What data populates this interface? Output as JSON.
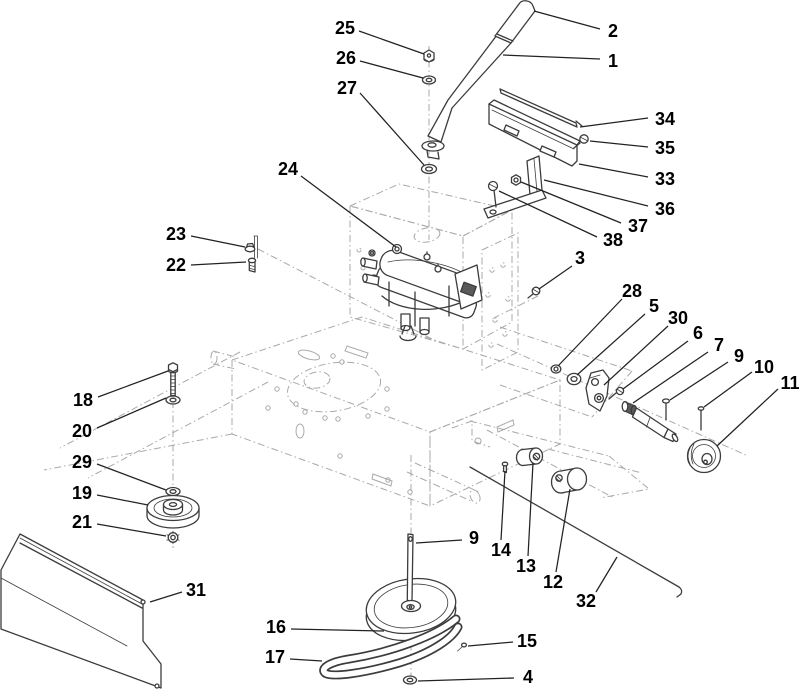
{
  "figure": {
    "type": "exploded-parts-diagram",
    "colors": {
      "background": "#ffffff",
      "ink": "#3c3c3c",
      "phantom": "#a9a9a9",
      "label": "#000000",
      "leader": "#222222"
    },
    "callouts": [
      {
        "n": "25",
        "label": [
          345,
          28
        ],
        "line": [
          359,
          31,
          424,
          54
        ]
      },
      {
        "n": "26",
        "label": [
          346,
          58
        ],
        "line": [
          360,
          61,
          423,
          78
        ]
      },
      {
        "n": "27",
        "label": [
          347,
          88
        ],
        "line": [
          360,
          93,
          424,
          165
        ]
      },
      {
        "n": "2",
        "label": [
          613,
          31
        ],
        "line": [
          600,
          29,
          534,
          11
        ]
      },
      {
        "n": "1",
        "label": [
          613,
          61
        ],
        "line": [
          600,
          59,
          503,
          55
        ]
      },
      {
        "n": "34",
        "label": [
          665,
          119
        ],
        "line": [
          648,
          118,
          580,
          127
        ]
      },
      {
        "n": "35",
        "label": [
          665,
          148
        ],
        "line": [
          648,
          147,
          590,
          141
        ]
      },
      {
        "n": "33",
        "label": [
          665,
          179
        ],
        "line": [
          648,
          177,
          579,
          164
        ]
      },
      {
        "n": "36",
        "label": [
          665,
          209
        ],
        "line": [
          648,
          206,
          544,
          180
        ]
      },
      {
        "n": "37",
        "label": [
          638,
          226
        ],
        "line": [
          621,
          223,
          521,
          182
        ]
      },
      {
        "n": "38",
        "label": [
          613,
          240
        ],
        "line": [
          597,
          237,
          499,
          191
        ]
      },
      {
        "n": "24",
        "label": [
          288,
          169
        ],
        "line": [
          301,
          176,
          396,
          247
        ]
      },
      {
        "n": "23",
        "label": [
          176,
          234
        ],
        "line": [
          191,
          236,
          245,
          247
        ]
      },
      {
        "n": "22",
        "label": [
          176,
          265
        ],
        "line": [
          191,
          265,
          246,
          262
        ]
      },
      {
        "n": "3",
        "label": [
          580,
          258
        ],
        "line": [
          572,
          266,
          539,
          289
        ]
      },
      {
        "n": "28",
        "label": [
          632,
          291
        ],
        "line": [
          622,
          299,
          558,
          366
        ]
      },
      {
        "n": "5",
        "label": [
          654,
          306
        ],
        "line": [
          645,
          314,
          577,
          375
        ]
      },
      {
        "n": "30",
        "label": [
          678,
          318
        ],
        "line": [
          668,
          326,
          604,
          385
        ]
      },
      {
        "n": "6",
        "label": [
          698,
          333
        ],
        "line": [
          688,
          341,
          623,
          389
        ]
      },
      {
        "n": "7",
        "label": [
          719,
          345
        ],
        "line": [
          708,
          352,
          633,
          403
        ]
      },
      {
        "n": "9",
        "label": [
          739,
          356
        ],
        "line": [
          728,
          362,
          670,
          400
        ]
      },
      {
        "n": "10",
        "label": [
          764,
          367
        ],
        "line": [
          752,
          372,
          704,
          407
        ]
      },
      {
        "n": "11",
        "label": [
          790,
          383
        ],
        "line": [
          778,
          389,
          717,
          446
        ]
      },
      {
        "n": "18",
        "label": [
          83,
          400
        ],
        "line": [
          98,
          397,
          168,
          371
        ]
      },
      {
        "n": "20",
        "label": [
          82,
          431
        ],
        "line": [
          97,
          428,
          166,
          398
        ]
      },
      {
        "n": "29",
        "label": [
          82,
          462
        ],
        "line": [
          97,
          464,
          166,
          490
        ]
      },
      {
        "n": "19",
        "label": [
          82,
          493
        ],
        "line": [
          97,
          495,
          148,
          505
        ]
      },
      {
        "n": "21",
        "label": [
          82,
          522
        ],
        "line": [
          97,
          524,
          166,
          536
        ]
      },
      {
        "n": "31",
        "label": [
          196,
          590
        ],
        "line": [
          182,
          592,
          150,
          602
        ]
      },
      {
        "n": "16",
        "label": [
          276,
          627
        ],
        "line": [
          291,
          629,
          384,
          631
        ]
      },
      {
        "n": "17",
        "label": [
          275,
          657
        ],
        "line": [
          290,
          659,
          322,
          661
        ]
      },
      {
        "n": "9",
        "label": [
          474,
          538
        ],
        "line": [
          462,
          540,
          416,
          543
        ]
      },
      {
        "n": "14",
        "label": [
          501,
          550
        ],
        "line": [
          501,
          540,
          505,
          471
        ]
      },
      {
        "n": "13",
        "label": [
          526,
          566
        ],
        "line": [
          528,
          556,
          533,
          463
        ]
      },
      {
        "n": "12",
        "label": [
          553,
          582
        ],
        "line": [
          556,
          572,
          570,
          489
        ]
      },
      {
        "n": "32",
        "label": [
          586,
          601
        ],
        "line": [
          596,
          592,
          617,
          557
        ]
      },
      {
        "n": "15",
        "label": [
          527,
          641
        ],
        "line": [
          513,
          642,
          468,
          646
        ]
      },
      {
        "n": "4",
        "label": [
          528,
          677
        ],
        "line": [
          514,
          678,
          418,
          681
        ]
      }
    ]
  }
}
